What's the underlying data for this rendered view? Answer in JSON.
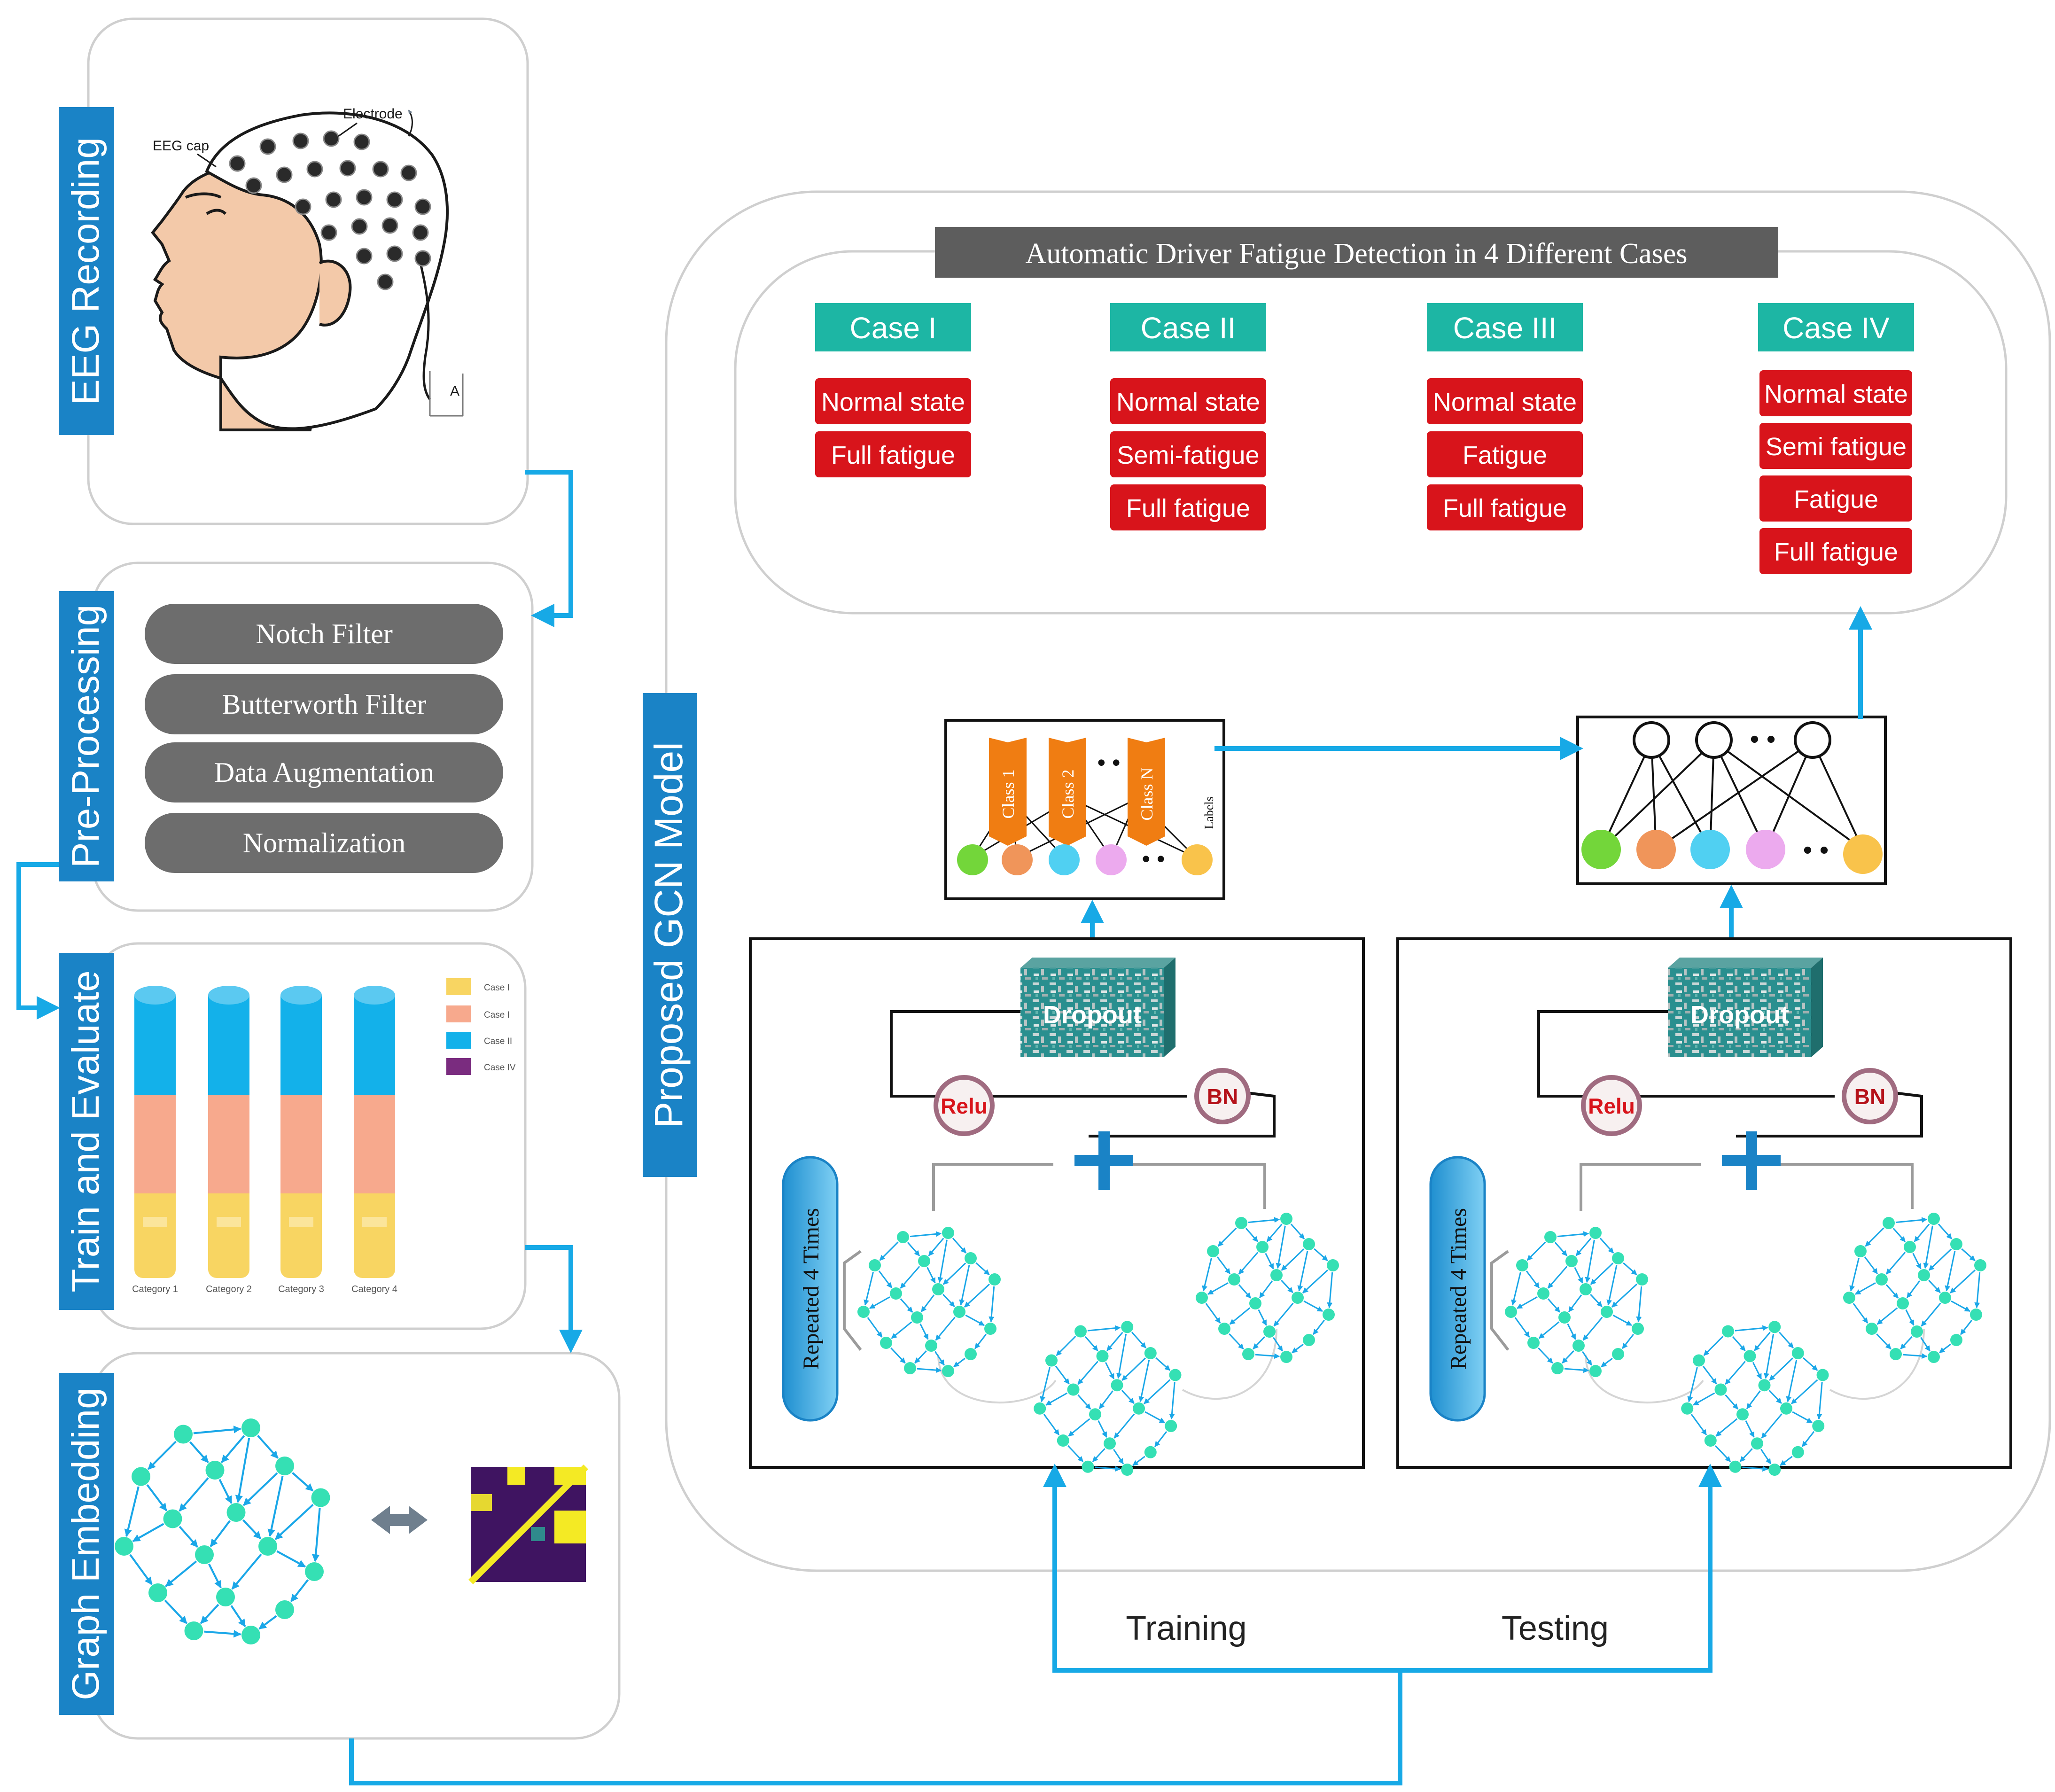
{
  "colors": {
    "flow_arrow": "#17a9e6",
    "step_tab": "#1a83c6",
    "filter_pill": "#6d6d6d",
    "case_header": "#1db6a4",
    "class_box": "#d8141b",
    "title_bar": "#5d5d5d",
    "graph_node": "#35e0b4",
    "graph_edge": "#1aa7e8",
    "bar_top": "#13b1ea",
    "bar_mid": "#f7a98d",
    "bar_bottom": "#f8d562",
    "matrix_bg": "#3f1461",
    "matrix_yellow": "#f4ea24",
    "class_tag": "#f07d12"
  },
  "pipeline": {
    "eeg_recording": {
      "tab": "EEG Recording",
      "labels": {
        "electrode": "Electrode",
        "eeg_cap": "EEG cap",
        "cut_label": "A"
      }
    },
    "pre_processing": {
      "tab": "Pre-Processing",
      "steps": [
        "Notch Filter",
        "Butterworth Filter",
        "Data Augmentation",
        "Normalization"
      ]
    },
    "train_evaluate": {
      "tab": "Train and Evaluate",
      "legend": [
        "Case I",
        "Case I",
        "Case II",
        "Case IV"
      ],
      "categories": [
        "Category 1",
        "Category 2",
        "Category 3",
        "Category 4"
      ]
    },
    "graph_embedding": {
      "tab": "Graph Embedding"
    }
  },
  "gcn_model": {
    "tab": "Proposed GCN Model",
    "title": "Automatic Driver Fatigue Detection in 4 Different Cases",
    "cases": [
      {
        "name": "Case I",
        "classes": [
          "Normal state",
          "Full fatigue"
        ]
      },
      {
        "name": "Case II",
        "classes": [
          "Normal state",
          "Semi-fatigue",
          "Full fatigue"
        ]
      },
      {
        "name": "Case III",
        "classes": [
          "Normal state",
          "Fatigue",
          "Full fatigue"
        ]
      },
      {
        "name": "Case IV",
        "classes": [
          "Normal state",
          "Semi fatigue",
          "Fatigue",
          "Full fatigue"
        ]
      }
    ],
    "class_tags": [
      "Class 1",
      "Class 2",
      "Class N"
    ],
    "labels_word": "Labels",
    "dots": "• •",
    "block": {
      "dropout": "Dropout",
      "relu": "Relu",
      "bn": "BN",
      "plus": "+",
      "repeat": "Repeated 4 Times"
    },
    "modes": {
      "training": "Training",
      "testing": "Testing"
    }
  }
}
